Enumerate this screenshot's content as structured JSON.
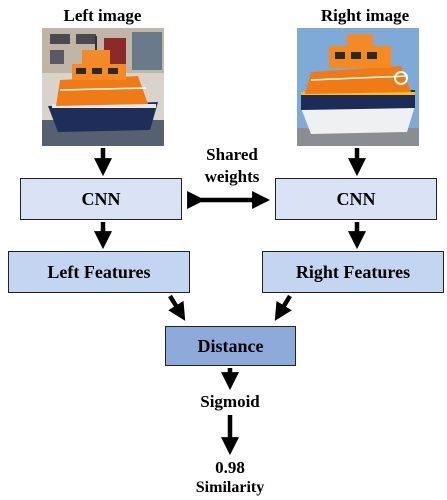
{
  "left_image": {
    "title": "Left image"
  },
  "right_image": {
    "title": "Right image"
  },
  "shared_weights": {
    "line1": "Shared",
    "line2": "weights"
  },
  "cnn_left": {
    "label": "CNN"
  },
  "cnn_right": {
    "label": "CNN"
  },
  "left_features": {
    "label": "Left Features"
  },
  "right_features": {
    "label": "Right Features"
  },
  "distance": {
    "label": "Distance"
  },
  "sigmoid": {
    "label": "Sigmoid"
  },
  "output": {
    "value": "0.98",
    "label": "Similarity"
  },
  "colors": {
    "cnn_fill": "#d9e3f5",
    "features_fill": "#c3d5f0",
    "distance_fill": "#8eaadb",
    "arrow": "#000000"
  }
}
